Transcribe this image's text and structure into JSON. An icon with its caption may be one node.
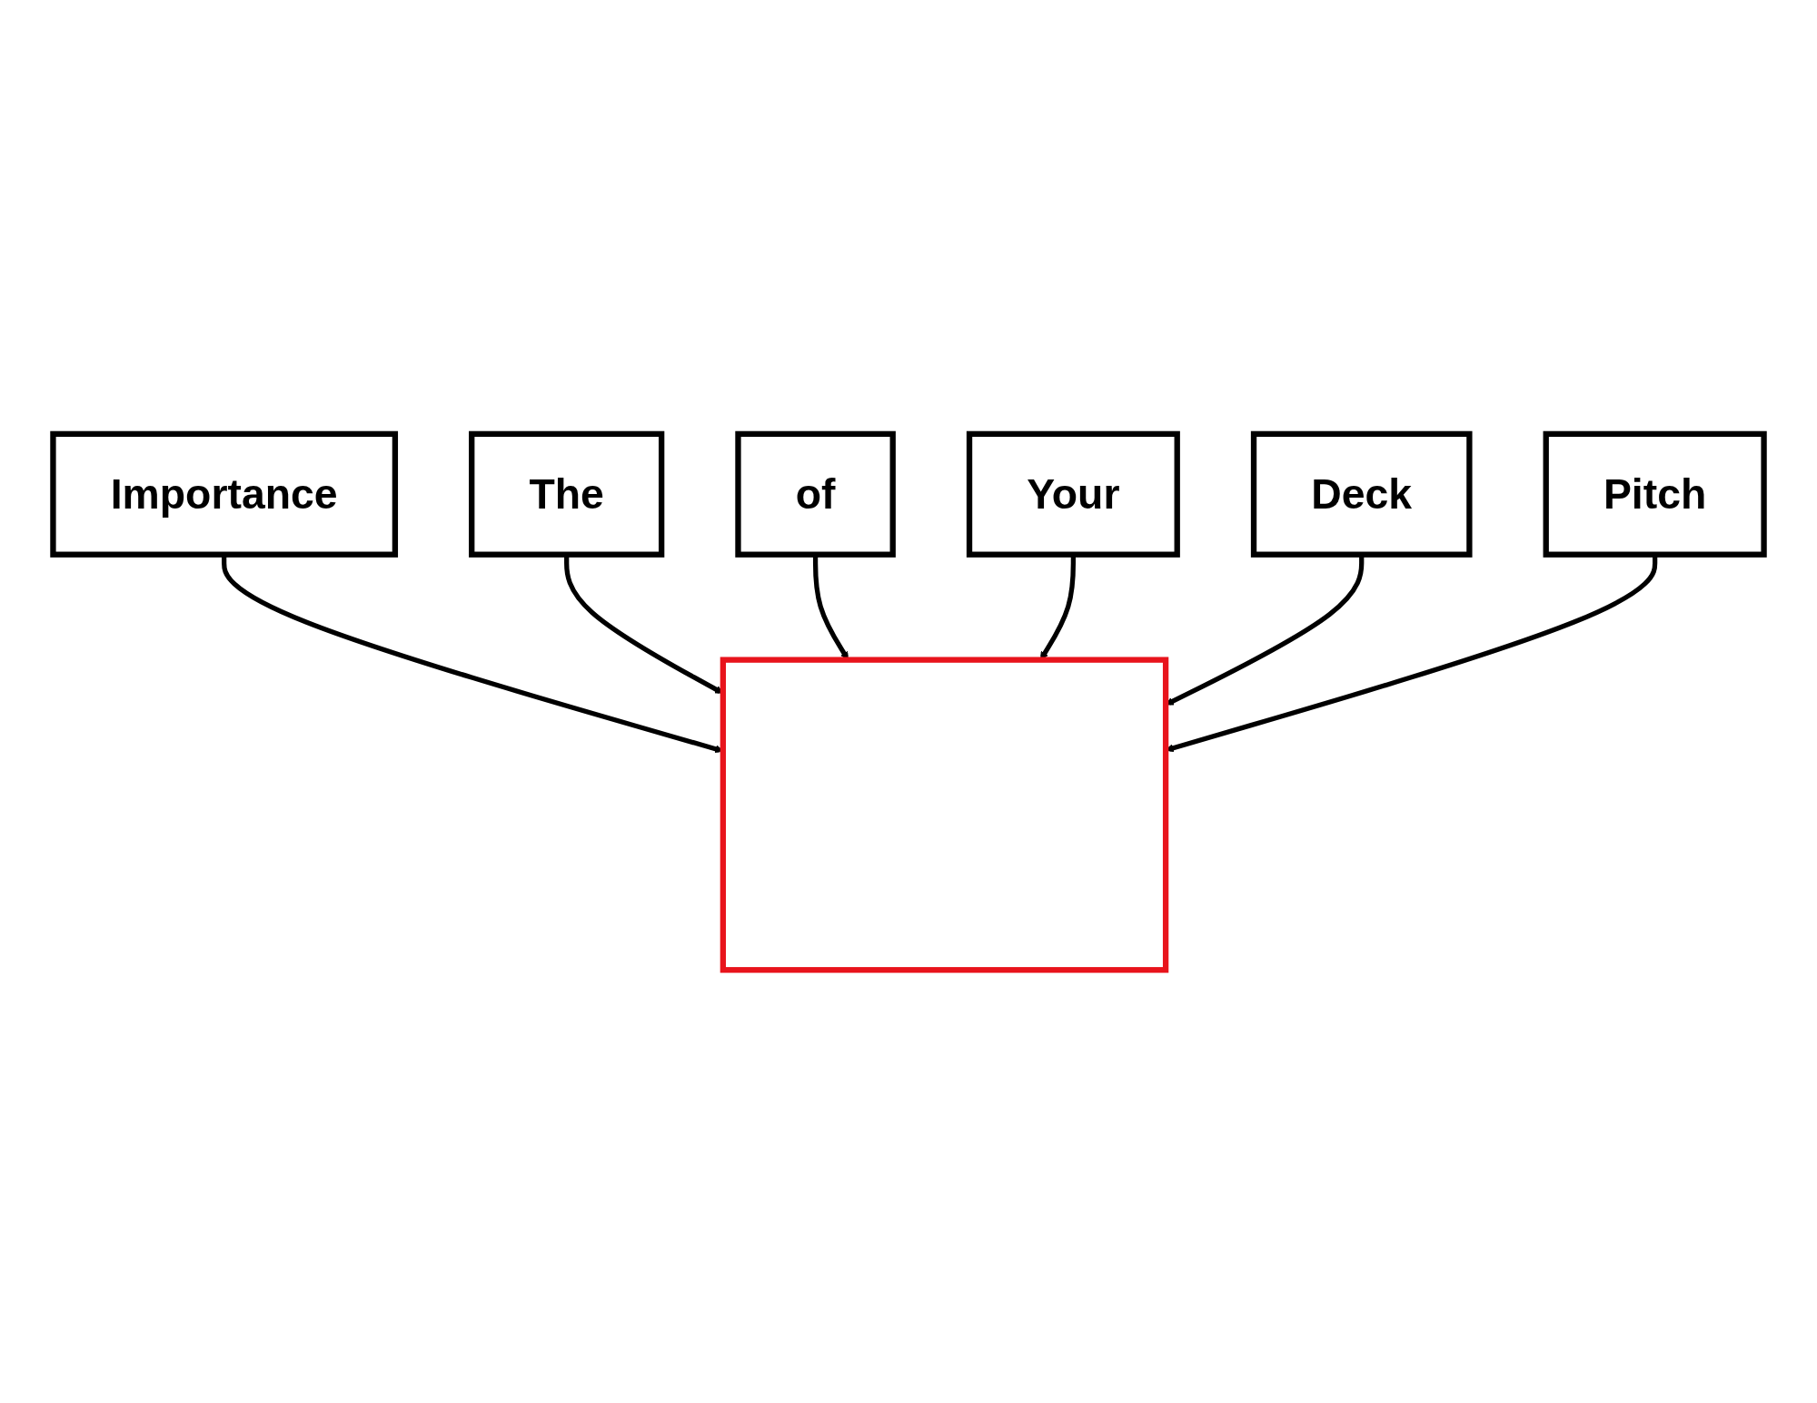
{
  "diagram": {
    "nodes": [
      {
        "text": [
          "Importance"
        ]
      },
      {
        "text": [
          "The"
        ]
      },
      {
        "text": [
          "of"
        ]
      },
      {
        "text": [],
        "shape": "box"
      },
      {
        "text": [
          "Your"
        ]
      },
      {
        "text": [
          "Deck"
        ]
      },
      {
        "text": [
          "Pitch"
        ]
      }
    ],
    "edges": [
      {
        "from": 0,
        "to": 3,
        "arrow": "to"
      },
      {
        "from": 1,
        "to": 3,
        "arrow": "to"
      },
      {
        "from": 2,
        "to": 3,
        "arrow": "to"
      },
      {
        "from": 4,
        "to": 3,
        "arrow": "to"
      },
      {
        "from": 5,
        "to": 3,
        "arrow": "to"
      },
      {
        "from": 6,
        "to": 3,
        "arrow": "to"
      }
    ]
  }
}
